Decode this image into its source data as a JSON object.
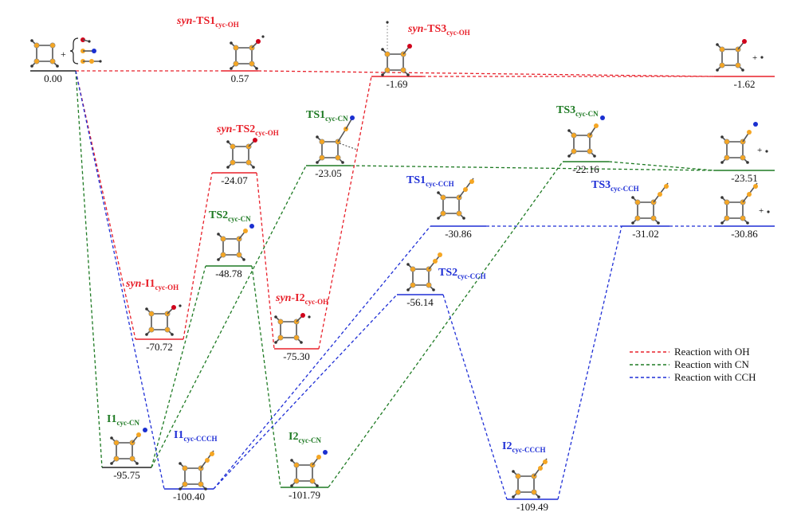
{
  "colors": {
    "oh": "#e8202a",
    "cn": "#1e7a23",
    "cch": "#1f2fd6",
    "reactant": "#222222",
    "carbon": "#f5a623",
    "hydrogen": "#333333",
    "oxygen": "#d0021b",
    "nitrogen": "#1a2fd0"
  },
  "legend": {
    "oh": "Reaction with OH",
    "cn": "Reaction with CN",
    "cch": "Reaction with CCH"
  },
  "levels": {
    "reactant": "0.00",
    "ts1_oh": "0.57",
    "ts3_oh": "-1.69",
    "prod_oh": "-1.62",
    "ts2_oh": "-24.07",
    "i1_oh": "-70.72",
    "i2_oh": "-75.30",
    "ts1_cn": "-23.05",
    "ts2_cn": "-48.78",
    "ts3_cn": "-22.16",
    "prod_cn": "-23.51",
    "i1_cn": "-95.75",
    "i2_cn": "-101.79",
    "ts1_cch": "-30.86",
    "ts2_cch": "-56.14",
    "ts3_cch": "-31.02",
    "prod_cch": "-30.86",
    "i1_cch": "-100.40",
    "i2_cch": "-109.49"
  },
  "labels": {
    "ts1_oh": {
      "pre": "syn-",
      "main": "TS1",
      "sub": "cyc-OH"
    },
    "ts2_oh": {
      "pre": "syn-",
      "main": "TS2",
      "sub": "cyc-OH"
    },
    "ts3_oh": {
      "pre": "syn-",
      "main": "TS3",
      "sub": "cyc-OH"
    },
    "i1_oh": {
      "pre": "syn-",
      "main": "I1",
      "sub": "cyc-OH"
    },
    "i2_oh": {
      "pre": "syn-",
      "main": "I2",
      "sub": "cyc-OH"
    },
    "ts1_cn": {
      "pre": "",
      "main": "TS1",
      "sub": "cyc-CN"
    },
    "ts2_cn": {
      "pre": "",
      "main": "TS2",
      "sub": "cyc-CN"
    },
    "ts3_cn": {
      "pre": "",
      "main": "TS3",
      "sub": "cyc-CN"
    },
    "i1_cn": {
      "pre": "",
      "main": "I1",
      "sub": "cyc-CN"
    },
    "i2_cn": {
      "pre": "",
      "main": "I2",
      "sub": "cyc-CN"
    },
    "ts1_cch": {
      "pre": "",
      "main": "TS1",
      "sub": "cyc-CCH"
    },
    "ts2_cch": {
      "pre": "",
      "main": "TS2",
      "sub": "cyc-CCH"
    },
    "ts3_cch": {
      "pre": "",
      "main": "TS3",
      "sub": "cyc-CCH"
    },
    "i1_cch": {
      "pre": "",
      "main": "I1",
      "sub": "cyc-CCCH"
    },
    "i2_cch": {
      "pre": "",
      "main": "I2",
      "sub": "cyc-CCCH"
    }
  }
}
